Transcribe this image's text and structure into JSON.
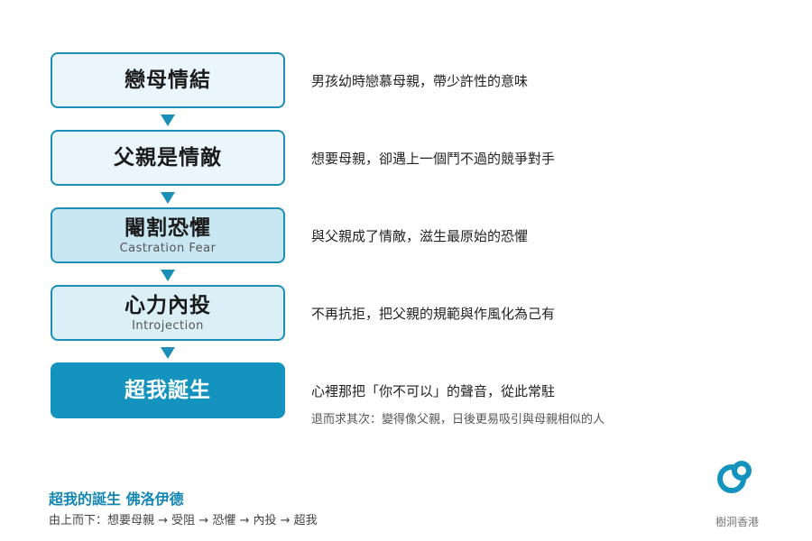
{
  "colors": {
    "accent": "#1b8fb8",
    "box_light": "#eaf6fb",
    "box_medium": "#c9e7f2",
    "box_dark": "#1493bf",
    "footer_title": "#1387b3"
  },
  "steps": [
    {
      "title": "戀母情結",
      "subtitle": "",
      "description": "男孩幼時戀慕母親，帶少許性的意味"
    },
    {
      "title": "父親是情敵",
      "subtitle": "",
      "description": "想要母親，卻遇上一個鬥不過的競爭對手"
    },
    {
      "title": "閹割恐懼",
      "subtitle": "Castration Fear",
      "description": "與父親成了情敵，滋生最原始的恐懼"
    },
    {
      "title": "心力內投",
      "subtitle": "Introjection",
      "description": "不再抗拒，把父親的規範與作風化為己有"
    },
    {
      "title": "超我誕生",
      "subtitle": "",
      "description": "心裡那把「你不可以」的聲音，從此常駐",
      "note": "退而求其次：變得像父親，日後更易吸引與母親相似的人"
    }
  ],
  "footer": {
    "title": "超我的誕生 佛洛伊德",
    "subtitle": "由上而下：想要母親 → 受阻 → 恐懼 → 內投 → 超我"
  },
  "logo": {
    "icon": "double-ring-logo-icon",
    "text": "樹洞香港"
  }
}
